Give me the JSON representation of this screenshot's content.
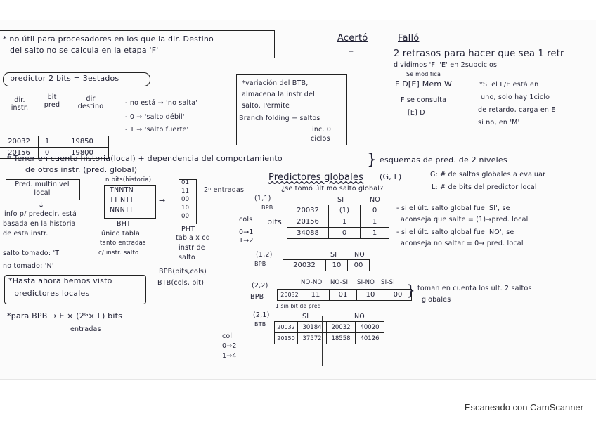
{
  "top": {
    "box_note": [
      "* no útil para procesadores en los que la dir. Destino",
      "del salto no se calcula en la etapa 'F'"
    ],
    "acerto": "Acertó",
    "acerto_val": "–",
    "fallo": "Falló",
    "fallo_lines": [
      "2 retrasos para hacer que sea 1 retr",
      "dividimos 'F' 'E' en 2subciclos"
    ],
    "se_modifica": "Se modifica",
    "f_dmem": "F D[E] Mem W",
    "f_consulta": "F  se consulta",
    "d_label": "[E] D",
    "si_note": [
      "*Si el L/E está en",
      "uno, solo hay 1ciclo",
      "de retardo, carga en E",
      "si no, en 'M'"
    ]
  },
  "predictor2": {
    "title": "predictor 2 bits = 3estados",
    "headers": [
      "dir. instr.",
      "bit pred",
      "dir destino"
    ],
    "rows": [
      [
        "20032",
        "1",
        "19850"
      ],
      [
        "20156",
        "0",
        "19800"
      ]
    ],
    "states": [
      "- no está → 'no salta'",
      "- 0 → 'salto débil'",
      "- 1 → 'salto fuerte'"
    ]
  },
  "btb_note": {
    "lines": [
      "*variación del BTB,",
      "almacena la instr del",
      "salto. Permite",
      "Branch folding = saltos",
      "inc. 0",
      "ciclos"
    ]
  },
  "mid": {
    "star_line1": "* Tener en cuenta historia(local) + dependencia del comportamiento",
    "star_line2": "de otros instr. (pred. global)",
    "brace_text": "esquemas de pred. de 2 niveles"
  },
  "local": {
    "title": "Pred. multinivel local",
    "desc": [
      "info p/ predecir, está",
      "basada en la historia",
      "de esta instr."
    ],
    "taken": "salto tomado: 'T'",
    "not_taken": "no tomado: 'N'",
    "nbits": "n bits(historia)",
    "bht_rows": [
      "TNNTN",
      "TT NTT",
      "NNNTT"
    ],
    "bht": "BHT",
    "bht_desc": [
      "único tabla",
      "tanto entradas",
      "c/ instr. salto"
    ],
    "pht_rows": [
      "01",
      "11",
      "00",
      "10",
      "00"
    ],
    "two_n": "2ⁿ entradas",
    "pht": "PHT",
    "pht_desc": [
      "tabla x cd",
      "instr de",
      "salto"
    ],
    "btb1": "BPB(bits,cols)",
    "btb2": "BTB(cols, bit)",
    "hasta": [
      "*Hasta ahora hemos visto",
      "predictores locales"
    ],
    "formula": "*para BPB →  E × (2ᴳ× L)  bits",
    "entradas": "entradas"
  },
  "global": {
    "title": "Predictores globales",
    "gl": "(G, L)",
    "g_def": "G: # de saltos globales a evaluar",
    "l_def": "L: # de bits del predictor local",
    "question": "¿se tomó último salto global?",
    "si": "SI",
    "no": "NO",
    "table1": [
      [
        "20032",
        "(1)",
        "0"
      ],
      [
        "20156",
        "1",
        "1"
      ],
      [
        "34088",
        "0",
        "1"
      ]
    ],
    "cols": "cols",
    "bits": "bits",
    "bpb": "BPB",
    "c11": "(1,1)",
    "cols_map": [
      "0→1",
      "1→2"
    ],
    "rules": [
      "- si el últ. salto global fue 'SI', se",
      "aconseja que salte = (1)→pred. local",
      "- si el últ. salto global fue 'NO', se",
      "aconseja no saltar = 0→ pred. local"
    ],
    "c12": "(1,2)",
    "t2_head": [
      "SI",
      "NO"
    ],
    "t2_row": [
      "20032",
      "10",
      "00"
    ],
    "c22": "(2,2)",
    "t3_head": [
      "NO-NO",
      "NO-SI",
      "SI-NO",
      "SI-SI"
    ],
    "t3_row": [
      "20032",
      "11",
      "01",
      "10",
      "00"
    ],
    "t3_note": [
      "toman en cuenta los últ. 2 saltos",
      "globales"
    ],
    "one_bit": "1 sin bit de pred",
    "c21": "(2,1)",
    "t4_head": [
      "SI",
      "NO"
    ],
    "t4_rows": [
      [
        "20032",
        "30184",
        "20032",
        "40020"
      ],
      [
        "20150",
        "37572",
        "18558",
        "40126"
      ]
    ],
    "col_map": [
      "col",
      "0→2",
      "1→4"
    ]
  },
  "footer": "Escaneado con CamScanner"
}
